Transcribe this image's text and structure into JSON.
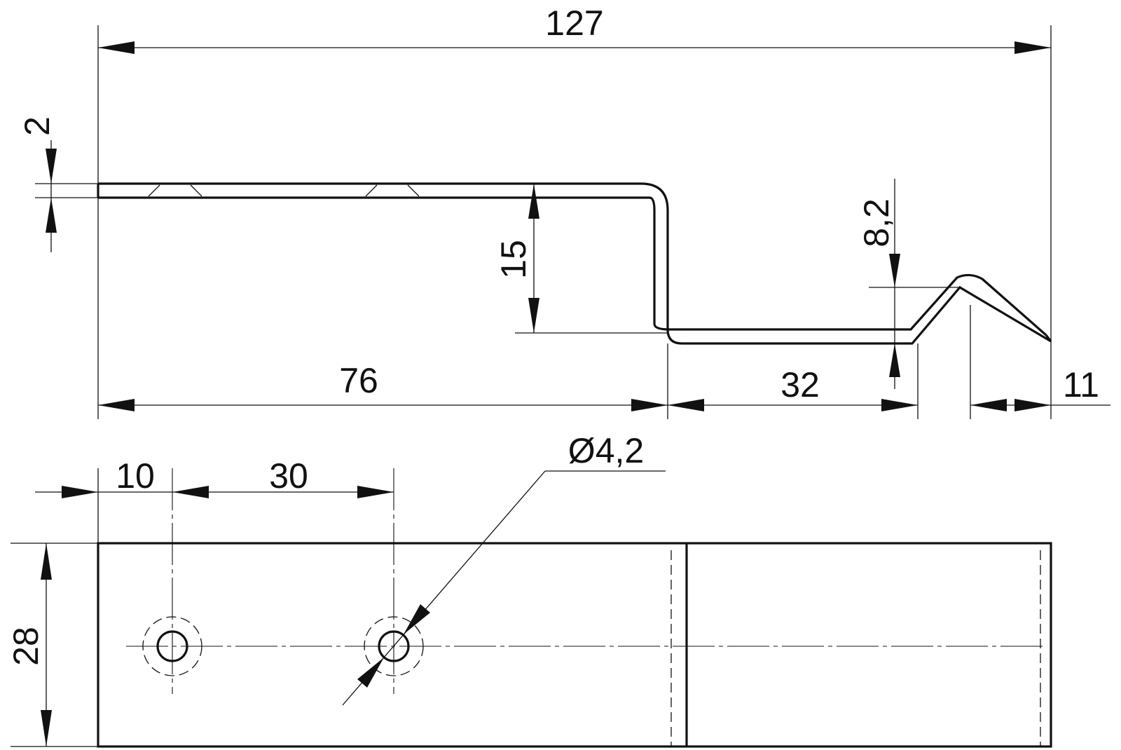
{
  "dimensions": {
    "overall_length": "127",
    "thickness": "2",
    "step_height": "15",
    "hook_height": "8,2",
    "flat_length": "76",
    "lower_length": "32",
    "tip_length": "11",
    "hole_offset": "10",
    "hole_spacing": "30",
    "hole_diameter": "Ø4,2",
    "width": "28"
  },
  "colors": {
    "line": "#111111",
    "background": "#ffffff"
  }
}
